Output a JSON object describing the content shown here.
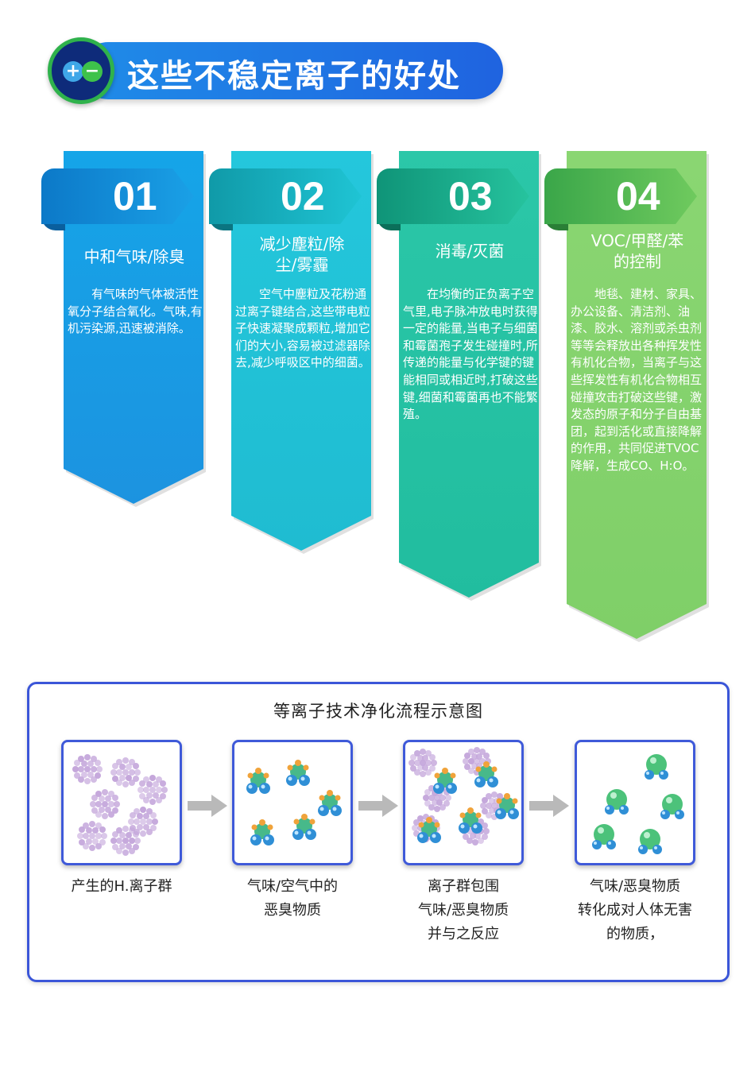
{
  "header": {
    "title": "这些不稳定离子的好处",
    "badge_plus": "+",
    "badge_minus": "−",
    "badge_icon": "plus-minus-icon"
  },
  "cards": [
    {
      "number": "01",
      "title": "中和气味/除臭",
      "description": "有气味的气体被活性氧分子结合氧化。气味,有机污染源,迅速被消除。",
      "color": "#15a5e8"
    },
    {
      "number": "02",
      "title": "减少塵粒/除尘/雾霾",
      "description": "空气中塵粒及花粉通过离子键结合,这些带电粒子快速凝聚成颗粒,增加它们的大小,容易被过滤器除去,减少呼吸区中的细菌。",
      "color": "#24c7dc"
    },
    {
      "number": "03",
      "title": "消毒/灭菌",
      "description": "在均衡的正负离子空气里,电子脉冲放电时获得一定的能量,当电子与细菌和霉菌孢子发生碰撞时,所传递的能量与化学键的键能相同或相近时,打破这些键,细菌和霉菌再也不能繁殖。",
      "color": "#2bc7a8"
    },
    {
      "number": "04",
      "title": "VOC/甲醛/苯的控制",
      "description": "地毯、建材、家具、办公设备、清洁剂、油漆、胶水、溶剂或杀虫剂等等会释放出各种挥发性有机化合物，当离子与这些挥发性有机化合物相互碰撞攻击打破这些键，激发态的原子和分子自由基团，起到活化或直接降解的作用，共同促进TVOC降解，生成CO、H:O。",
      "color": "#8ad672"
    }
  ],
  "process": {
    "title": "等离子技术净化流程示意图",
    "steps": [
      {
        "caption_lines": [
          "产生的H.离子群"
        ]
      },
      {
        "caption_lines": [
          "气味/空气中的",
          "恶臭物质"
        ]
      },
      {
        "caption_lines": [
          "离子群包围",
          "气味/恶臭物质",
          "并与之反应"
        ]
      },
      {
        "caption_lines": [
          "气味/恶臭物质",
          "转化成对人体无害",
          "的物质，"
        ]
      }
    ],
    "arrow_icon": "arrow-right-icon",
    "colors": {
      "border": "#3b56d8",
      "arrow": "#b9b9b9",
      "ion": "#c4a6db"
    }
  }
}
